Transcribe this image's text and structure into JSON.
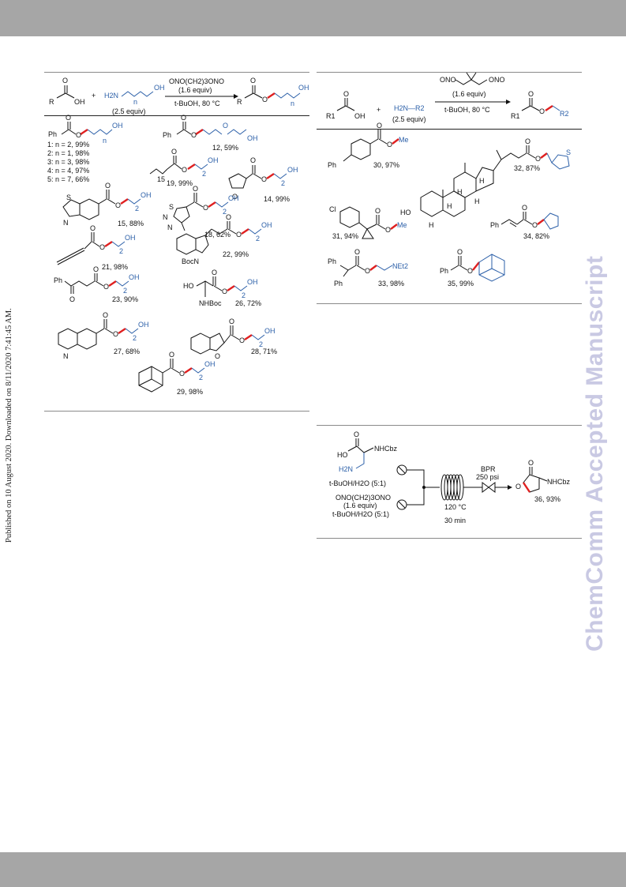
{
  "sidebar_text": "Published on 10 August 2020. Downloaded on 8/11/2020 7:41:45 AM.",
  "watermark": "ChemComm Accepted Manuscript",
  "scheme1": {
    "reactant_acid": [
      "R",
      "O",
      "OH"
    ],
    "plus": "+",
    "amine": [
      "H2N",
      "n",
      "OH"
    ],
    "amine_equiv": "(2.5 equiv)",
    "reagent": "ONO(CH2)3ONO",
    "reagent_equiv": "(1.6 equiv)",
    "conditions": "t-BuOH, 80 °C",
    "product": [
      "R",
      "O",
      "O",
      "n",
      "OH"
    ],
    "compounds": [
      {
        "id": "1",
        "text": ": n = 2, 99%"
      },
      {
        "id": "2",
        "text": ": n = 1, 98%"
      },
      {
        "id": "3",
        "text": ": n = 3, 98%"
      },
      {
        "id": "4",
        "text": ": n = 4, 97%"
      },
      {
        "id": "5",
        "text": ": n = 7, 66%"
      },
      {
        "id": "12",
        "text": ", 59%"
      },
      {
        "id": "19",
        "text": ", 99%"
      },
      {
        "id": "14",
        "text": ", 99%"
      },
      {
        "id": "15",
        "text": ", 88%"
      },
      {
        "id": "18",
        "text": ", 62%"
      },
      {
        "id": "21",
        "text": ", 98%"
      },
      {
        "id": "22",
        "text": ", 99%"
      },
      {
        "id": "23",
        "text": ", 90%"
      },
      {
        "id": "26",
        "text": ", 72%"
      },
      {
        "id": "27",
        "text": ", 68%"
      },
      {
        "id": "28",
        "text": ", 71%"
      },
      {
        "id": "29",
        "text": ", 98%"
      }
    ],
    "labels": {
      "ph": "Ph",
      "oh": "OH",
      "o": "O",
      "n": "n",
      "two": "2",
      "fifteen": "15",
      "s": "S",
      "nN": "N",
      "bocn": "BocN",
      "ho": "HO",
      "nhboc": "NHBoc"
    }
  },
  "scheme2": {
    "reactant_acid": [
      "R1",
      "O",
      "OH"
    ],
    "plus": "+",
    "amine": "H2N—R2",
    "amine_equiv": "(2.5 equiv)",
    "reagent_left": "ONO",
    "reagent_right": "ONO",
    "reagent_equiv": "(1.6 equiv)",
    "conditions": "t-BuOH, 80 °C",
    "product": [
      "R1",
      "O",
      "O",
      "R2"
    ],
    "compounds": [
      {
        "id": "30",
        "text": ", 97%"
      },
      {
        "id": "32",
        "text": ", 87%"
      },
      {
        "id": "31",
        "text": ", 94%"
      },
      {
        "id": "34",
        "text": ", 82%"
      },
      {
        "id": "33",
        "text": ", 98%"
      },
      {
        "id": "35",
        "text": ", 99%"
      }
    ],
    "labels": {
      "ph": "Ph",
      "me": "Me",
      "cl": "Cl",
      "ho": "HO",
      "h": "H",
      "s": "S",
      "o": "O",
      "net2": "NEt2"
    }
  },
  "scheme3": {
    "acid_labels": [
      "O",
      "HO",
      "NHCbz",
      "H2N"
    ],
    "solvent1": "t-BuOH/H2O (5:1)",
    "reagent": "ONO(CH2)3ONO",
    "reagent_equiv": "(1.6 equiv)",
    "solvent2": "t-BuOH/H2O (5:1)",
    "bpr": "BPR",
    "pressure": "250 psi",
    "temperature": "120 °C",
    "time": "30 min",
    "product_labels": [
      "O",
      "O",
      "NHCbz"
    ],
    "compound": {
      "id": "36",
      "text": ", 93%"
    }
  }
}
